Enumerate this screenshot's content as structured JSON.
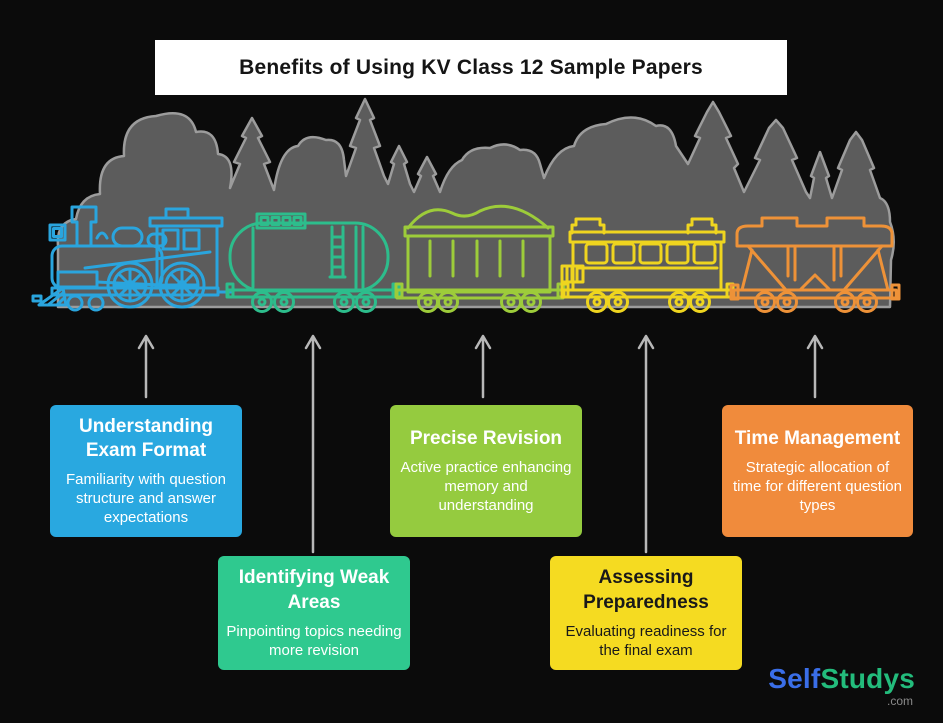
{
  "title_bar": {
    "text": "Benefits of Using KV Class 12 Sample Papers",
    "bg": "#ffffff",
    "text_color": "#151515"
  },
  "cards": [
    {
      "title": "Understanding Exam Format",
      "body": "Familiarity with question structure and answer expectations",
      "bg": "#29A8E0",
      "fg": "#ffffff"
    },
    {
      "title": "Identifying Weak Areas",
      "body": "Pinpointing topics needing more revision",
      "bg": "#2FC98F",
      "fg": "#ffffff"
    },
    {
      "title": "Precise Revision",
      "body": "Active practice enhancing memory and understanding",
      "bg": "#95CB3F",
      "fg": "#ffffff"
    },
    {
      "title": "Assessing Preparedness",
      "body": "Evaluating readiness for the final exam",
      "bg": "#F5DB21",
      "fg": "#191919"
    },
    {
      "title": "Time Management",
      "body": "Strategic allocation of time for different question types",
      "bg": "#F08B3C",
      "fg": "#ffffff"
    }
  ],
  "train": {
    "cars": [
      {
        "name": "locomotive",
        "color": "#2AA5DE"
      },
      {
        "name": "tanker-car",
        "color": "#2DBD8C"
      },
      {
        "name": "gondola-car",
        "color": "#9DCC3A"
      },
      {
        "name": "passenger-car",
        "color": "#EFD51F"
      },
      {
        "name": "hopper-car",
        "color": "#EE9238"
      }
    ],
    "forest_fill": "#5C5C5C",
    "forest_stroke": "#9C9C9C",
    "arrow_color": "#B8B8B8"
  },
  "logo": {
    "part1": "Self",
    "part2": "Studys",
    "suffix": ".com",
    "part1_color": "#3A6EE8",
    "part2_color": "#23BC7C"
  }
}
